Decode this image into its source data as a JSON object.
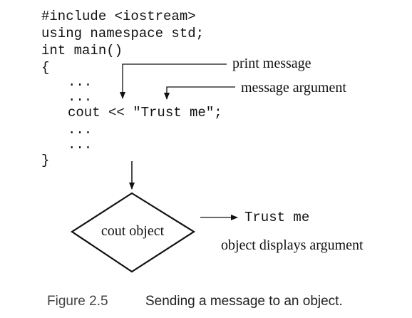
{
  "code": {
    "line1": "#include <iostream>",
    "line2": "using namespace std;",
    "line3": "int main()",
    "line4": "{",
    "line5": "...",
    "line6": "...",
    "line7": "cout << \"Trust me\";",
    "line8": "...",
    "line9": "...",
    "line10": "}"
  },
  "annotations": {
    "print_message": "print message",
    "message_argument": "message argument"
  },
  "object": {
    "label": "cout object",
    "output": "Trust me",
    "caption": "object displays argument"
  },
  "figure": {
    "number": "Figure 2.5",
    "caption": "Sending a message to an object."
  }
}
